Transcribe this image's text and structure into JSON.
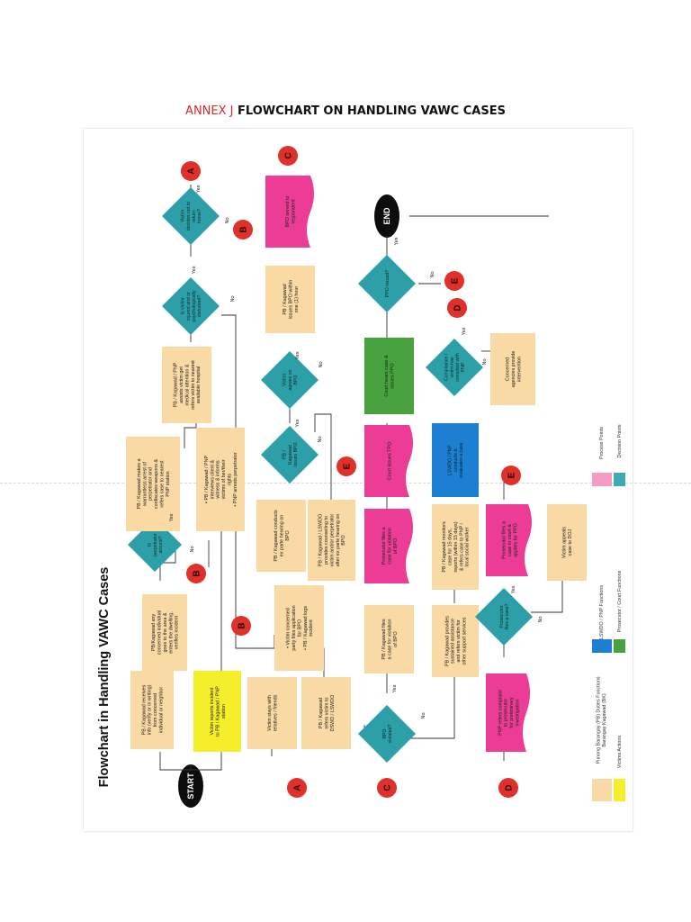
{
  "heading": {
    "annex": "ANNEX J",
    "title": "FLOWCHART ON HANDLING VAWC CASES"
  },
  "sheet": {
    "title": "Flowchart in Handling VAWC Cases",
    "start": "START",
    "end": "END",
    "connectors": [
      "A",
      "B",
      "C",
      "D",
      "E"
    ],
    "yes": "Yes",
    "no": "No"
  },
  "process": {
    "pb_receives": [
      "PB / Kagawad receives",
      "info (verify or in writing)",
      "from concerned",
      "individual or neighbor"
    ],
    "victim_reports": [
      "Victim reports incident",
      "to PB / Kagawad / PNP",
      "station"
    ],
    "pb_goes": [
      "PB/Kagawad any",
      "concerned individual",
      "goes to the area &",
      "enters the dwelling,",
      "verifies incident"
    ],
    "pb_arrest": [
      "PB / Kagawad makes a",
      "warrantless arrest of",
      "perpetrator and",
      "confiscates weapons &",
      "refers case to nearest",
      "PNP station"
    ],
    "pb_interviews": [
      "• PB / Kagawad / PNP",
      "interviews client &",
      "witness & informs",
      "victims of her/their",
      "rights",
      "• PNP arrests perpetrator"
    ],
    "pb_assists": [
      "PB / Kagawad / PNP",
      "assists victim get",
      "medical attention &",
      "refers victim to nearest",
      "available hospital"
    ],
    "victim_stays": [
      "Victim stays with",
      "relatives / friends"
    ],
    "pb_refers": [
      "PB / Kagawad",
      "refers victim to",
      "DSWD / LSWDO"
    ],
    "victim_applies": [
      "• Victim concerned",
      "party files application",
      "for BPO",
      "• PB / Kagawad logs",
      "incident"
    ],
    "pb_conducts": [
      "PB / Kagawad conducts",
      "ex parte hearing on",
      "BPO"
    ],
    "lswdo_counsel": [
      "PB / Kagawad / LSWDO",
      "provides counseling to",
      "victim and/or perpetrator",
      "after ex parte hearing on",
      "BPO"
    ],
    "pb_issues_bpo": [
      "PB / Kagawad",
      "issues BPO within",
      "one (1) hour"
    ],
    "bpo_served": [
      "BPO served to",
      "respondent"
    ],
    "pb_files": [
      "PB / Kagawad files",
      "a case for violation",
      "of BPO"
    ],
    "prosecutor_files": [
      "Prosecutor files a",
      "case for violation",
      "of BPO"
    ],
    "court_tpo": [
      "Court issues TPO"
    ],
    "court_ppo": [
      "Court hears case &",
      "issues PPO"
    ],
    "pb_provides": [
      "PB / Kagawad provides",
      "sustained assistance",
      "and refers victim for",
      "other support services"
    ],
    "pb_monitors": [
      "PB / Kagawad monitors",
      "case for 15 days,",
      "reports (within 15 days)",
      "& refers case to PNP /",
      "local social worker"
    ],
    "lswdo_pnp": [
      "LSWDO / PNP",
      "conducts &",
      "evaluates a case"
    ],
    "agencies": [
      "Concerned",
      "agencies provide",
      "intervention"
    ],
    "pnp_refers": [
      "PNP refers complaint",
      "to prosecutor",
      "for preliminary",
      "investigation"
    ],
    "prosecutor_case": [
      "Prosecutor files a",
      "case in court &",
      "applies for PPO"
    ],
    "victim_appeals": [
      "Victim appeals",
      "case to DOJ"
    ]
  },
  "decisions": {
    "perpetrator": [
      "Is",
      "perpetrator",
      "around?"
    ],
    "injured": [
      "Is victim",
      "injured and or",
      "psychologically",
      "disturbed?"
    ],
    "return": [
      "Victim",
      "decides not to",
      "return",
      "home?"
    ],
    "issues_bpo": [
      "PB /",
      "Kagawad",
      "issues BPO"
    ],
    "agrees": [
      "Victim",
      "agrees on",
      "BPO"
    ],
    "bpo_violated": [
      "BPO",
      "violated?"
    ],
    "compliant": [
      "Compliance /",
      "victim has",
      "complied with",
      "PNP"
    ],
    "ppo_issued": [
      "PPO issued?"
    ],
    "files_case": [
      "Prosecutor",
      "files a case?"
    ]
  },
  "legend": {
    "barangay": [
      "Punong Barangay (PB) Duties Functions",
      "Barangay Kagawad (BK)"
    ],
    "victim": "Victims Actions",
    "lswdo": "LSWDO / PNP Functions",
    "prosecutor": "Prosecutor / Court Functions",
    "process": "Process Points",
    "decision": "Decision Points"
  },
  "colors": {
    "process": "#f9d9a4",
    "victim": "#f4ef2a",
    "pink": "#ec3c95",
    "teal": "#2c9fa8",
    "red": "#e0302b",
    "green": "#48a23f",
    "blue": "#1d7fd1",
    "legend_pink": "#f59ac4",
    "legend_teal": "#40aab4"
  }
}
